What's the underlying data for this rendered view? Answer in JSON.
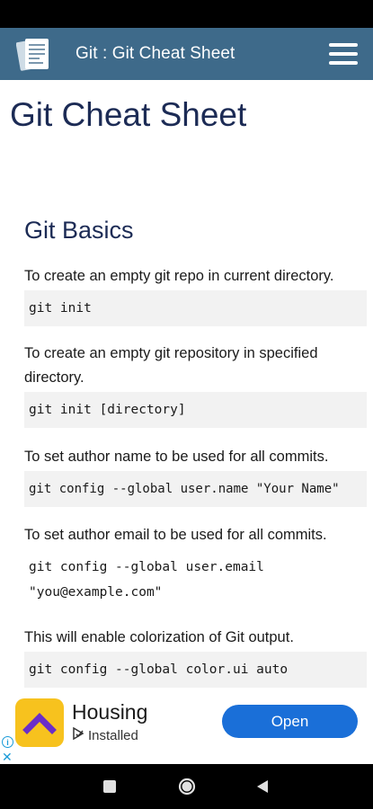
{
  "app_bar": {
    "title": "Git : Git Cheat Sheet",
    "logo_icon": "document-stack-icon",
    "menu_icon": "hamburger-menu-icon",
    "color": "#3e6a8a"
  },
  "page": {
    "title": "Git Cheat Sheet",
    "section_title": "Git Basics",
    "entries": [
      {
        "desc": "To create an empty git repo in current directory.",
        "code": "git init"
      },
      {
        "desc": "To create an empty git repository in specified directory.",
        "code": "git init [directory]"
      },
      {
        "desc": "To set author name to be used for all commits.",
        "code": "git config --global user.name \"Your Name\""
      },
      {
        "desc": "To set author email to be used for all commits.",
        "code": "git config --global user.email \"you@example.com\""
      },
      {
        "desc": "This will enable colorization of Git output.",
        "code": "git config --global color.ui auto"
      }
    ]
  },
  "ad": {
    "title": "Housing",
    "subtitle": "Installed",
    "button_label": "Open",
    "info_glyph": "i",
    "close_glyph": "✕",
    "icon_color": "#f7c21e",
    "button_color": "#1a6fd8"
  },
  "nav": {
    "recents_icon": "square-recents-icon",
    "home_icon": "circle-home-icon",
    "back_icon": "triangle-back-icon"
  }
}
